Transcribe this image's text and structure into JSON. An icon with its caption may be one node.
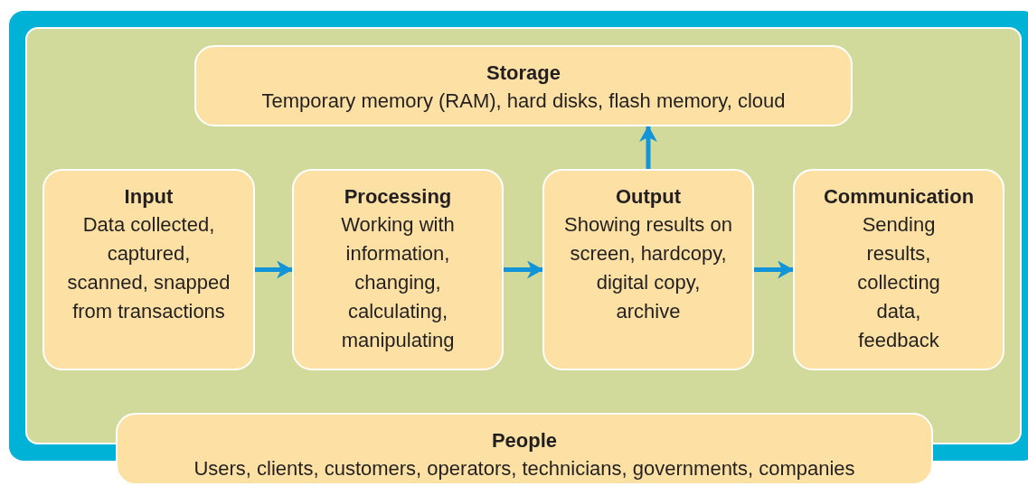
{
  "diagram": {
    "nodes": [
      {
        "text": [
          "Storage",
          "Temporary memory (RAM), hard disks, flash memory, cloud"
        ]
      },
      {
        "text": [
          "Input",
          "Data collected, captured, scanned, snapped from transactions"
        ]
      },
      {
        "text": [
          "Processing",
          "Working with information, changing, calculating, manipulating"
        ]
      },
      {
        "text": [
          "Output",
          "Showing results on screen, hardcopy, digital copy, archive"
        ]
      },
      {
        "text": [
          "Communication",
          "Sending results, collecting data, feedback"
        ]
      },
      {
        "text": [
          "People",
          "Users, clients, customers, operators, technicians, governments, companies"
        ]
      }
    ],
    "edges": [
      {
        "from": 1,
        "to": 2,
        "arrow": "to"
      },
      {
        "from": 2,
        "to": 3,
        "arrow": "to"
      },
      {
        "from": 3,
        "to": 4,
        "arrow": "to"
      },
      {
        "from": 3,
        "to": 0,
        "arrow": "to"
      }
    ]
  }
}
